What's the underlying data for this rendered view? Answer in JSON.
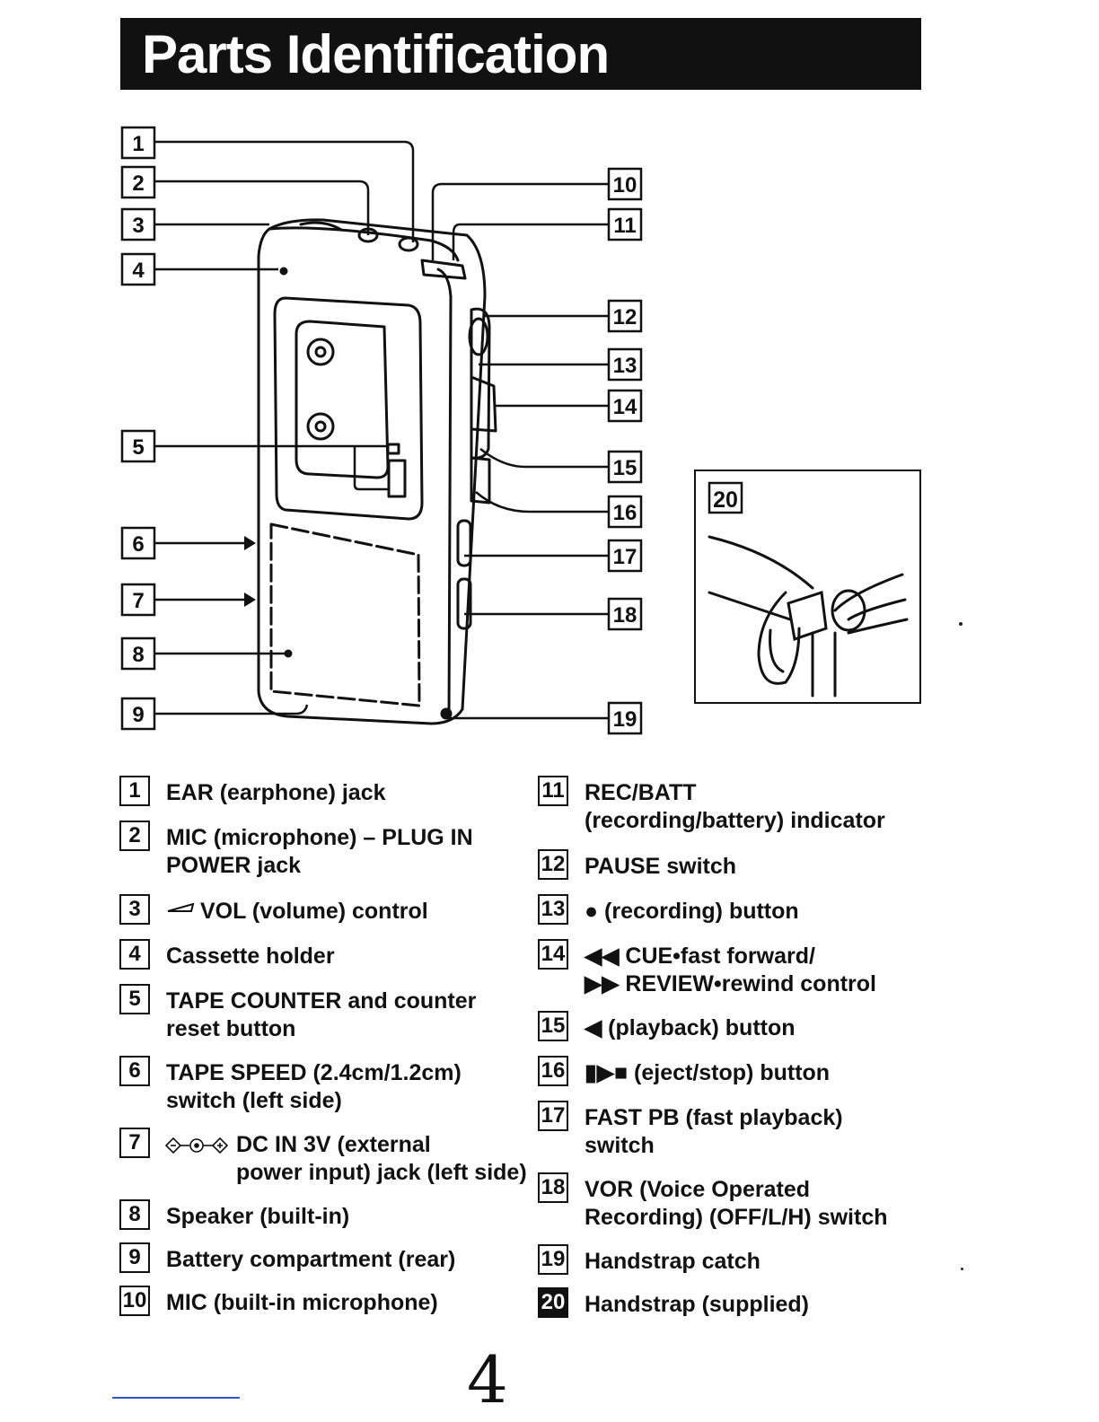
{
  "header": {
    "title": "Parts Identification"
  },
  "callouts": [
    "1",
    "2",
    "3",
    "4",
    "5",
    "6",
    "7",
    "8",
    "9",
    "10",
    "11",
    "12",
    "13",
    "14",
    "15",
    "16",
    "17",
    "18",
    "19"
  ],
  "inset": {
    "number": "20"
  },
  "parts_left": [
    {
      "num": "1",
      "text": "EAR (earphone) jack"
    },
    {
      "num": "2",
      "text": "MIC (microphone) – PLUG IN\nPOWER jack"
    },
    {
      "num": "3",
      "text": "VOL (volume) control",
      "icon": "volume-wedge-icon"
    },
    {
      "num": "4",
      "text": "Cassette holder"
    },
    {
      "num": "5",
      "text": "TAPE COUNTER and counter\nreset button"
    },
    {
      "num": "6",
      "text": "TAPE SPEED (2.4cm/1.2cm)\nswitch (left side)"
    },
    {
      "num": "7",
      "text": "DC IN 3V (external\npower input) jack (left side)",
      "icon": "polarity-symbol-icon"
    },
    {
      "num": "8",
      "text": "Speaker (built-in)"
    },
    {
      "num": "9",
      "text": "Battery compartment (rear)"
    },
    {
      "num": "10",
      "text": "MIC (built-in microphone)"
    }
  ],
  "parts_right": [
    {
      "num": "11",
      "text": "REC/BATT\n(recording/battery) indicator"
    },
    {
      "num": "12",
      "text": "PAUSE switch"
    },
    {
      "num": "13",
      "text": "● (recording) button"
    },
    {
      "num": "14",
      "text": "◀◀ CUE•fast forward/\n▶▶ REVIEW•rewind control"
    },
    {
      "num": "15",
      "text": "◀ (playback) button"
    },
    {
      "num": "16",
      "text": "▮▶■ (eject/stop) button"
    },
    {
      "num": "17",
      "text": "FAST PB (fast playback)\nswitch"
    },
    {
      "num": "18",
      "text": "VOR (Voice Operated\nRecording) (OFF/L/H) switch"
    },
    {
      "num": "19",
      "text": "Handstrap catch"
    },
    {
      "num": "20",
      "text": "Handstrap (supplied)"
    }
  ],
  "footer": {
    "page_number": "4"
  }
}
